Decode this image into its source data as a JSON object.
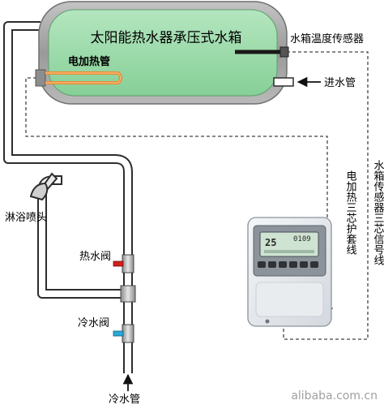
{
  "tank": {
    "title": "太阳能热水器承压式水箱",
    "heater_label": "电加热管",
    "sensor_label": "水箱温度传感器",
    "inlet_label": "进水管"
  },
  "fixtures": {
    "shower_label": "淋浴喷头",
    "hot_valve_label": "热水阀",
    "cold_valve_label": "冷水阀",
    "cold_pipe_label": "冷水管"
  },
  "wiring": {
    "heater_cable_label": "电加热三芯护套线",
    "sensor_cable_label": "水箱传感器三芯信号线"
  },
  "controller": {
    "display_main": "25",
    "display_time": "0109"
  },
  "watermark": "alibaba.com.cn",
  "colors": {
    "tank_fill": "#9ad9a8",
    "tank_shell": "#a8a8a8",
    "pipe_stroke": "#2d2d2d",
    "heater_orange": "#e98a2f",
    "hot_handle": "#d21f1f",
    "cold_handle": "#2aa8d8"
  }
}
